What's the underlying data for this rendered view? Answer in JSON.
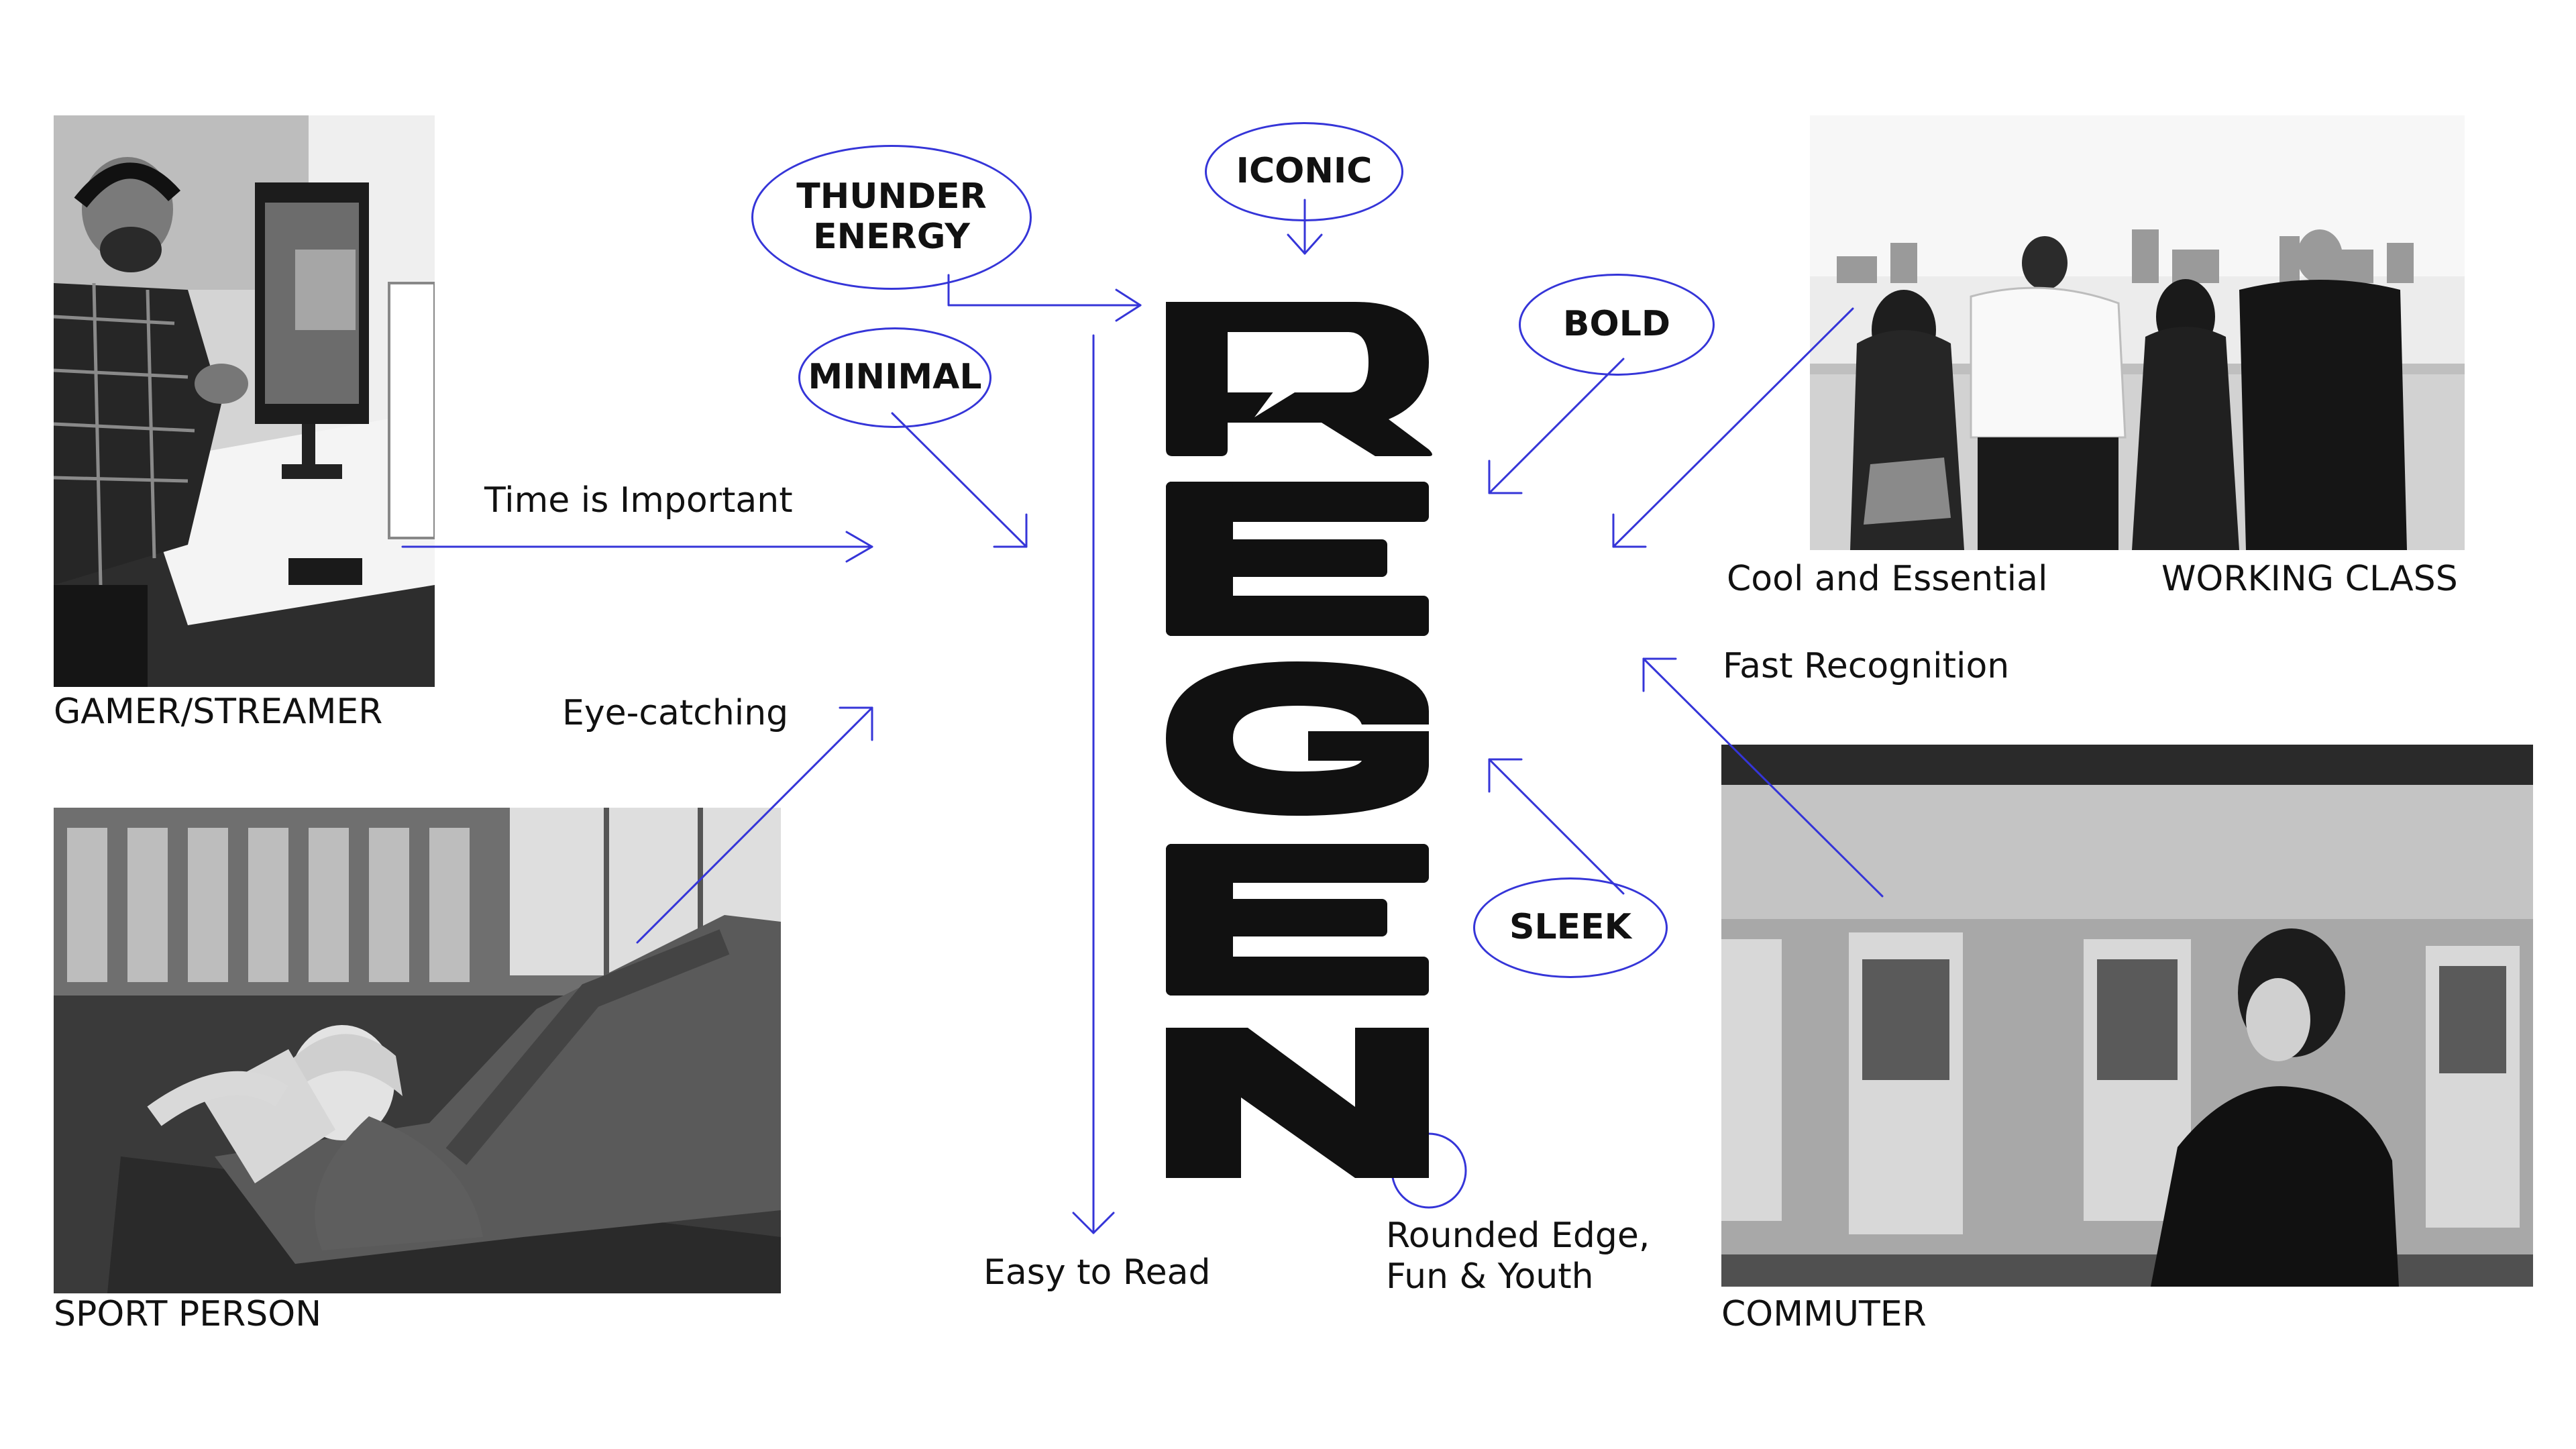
{
  "logo": {
    "letters": [
      "R",
      "E",
      "G",
      "E",
      "N"
    ],
    "color": "#111111"
  },
  "attributes": {
    "thunder_energy": [
      "THUNDER",
      "ENERGY"
    ],
    "iconic": "ICONIC",
    "minimal": "MINIMAL",
    "bold": "BOLD",
    "sleek": "SLEEK"
  },
  "annotations": {
    "time_is_important": "Time is Important",
    "eye_catching": "Eye-catching",
    "cool_and_essential": "Cool and Essential",
    "fast_recognition": "Fast Recognition",
    "easy_to_read": "Easy to Read",
    "rounded_edge": [
      "Rounded Edge,",
      "Fun & Youth"
    ]
  },
  "audiences": {
    "gamer": "GAMER/STREAMER",
    "sport": "SPORT PERSON",
    "working": "WORKING CLASS",
    "commuter": "COMMUTER"
  },
  "colors": {
    "accent": "#3535d8",
    "text": "#111111",
    "background": "#ffffff"
  },
  "icons": [
    "lightning-bolt-icon"
  ]
}
